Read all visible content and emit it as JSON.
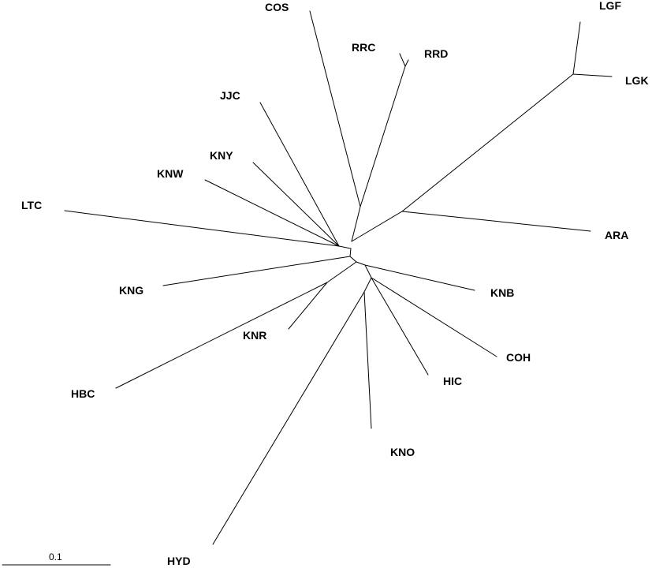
{
  "tree": {
    "type": "unrooted phylogenetic tree",
    "line_color": "#000000",
    "text_color": "#000000",
    "leaves": [
      {
        "id": "cos",
        "label": "COS"
      },
      {
        "id": "lgf",
        "label": "LGF"
      },
      {
        "id": "rrc",
        "label": "RRC"
      },
      {
        "id": "rrd",
        "label": "RRD"
      },
      {
        "id": "lgk",
        "label": "LGK"
      },
      {
        "id": "jjc",
        "label": "JJC"
      },
      {
        "id": "kny",
        "label": "KNY"
      },
      {
        "id": "knw",
        "label": "KNW"
      },
      {
        "id": "ltc",
        "label": "LTC"
      },
      {
        "id": "ara",
        "label": "ARA"
      },
      {
        "id": "kng",
        "label": "KNG"
      },
      {
        "id": "knb",
        "label": "KNB"
      },
      {
        "id": "knr",
        "label": "KNR"
      },
      {
        "id": "coh",
        "label": "COH"
      },
      {
        "id": "hic",
        "label": "HIC"
      },
      {
        "id": "hbc",
        "label": "HBC"
      },
      {
        "id": "kno",
        "label": "KNO"
      },
      {
        "id": "hyd",
        "label": "HYD"
      }
    ]
  },
  "scale_bar": {
    "label": "0.1"
  }
}
